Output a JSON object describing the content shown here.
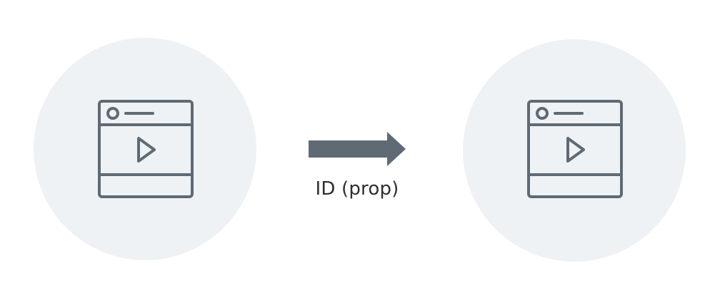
{
  "nodes": [
    {
      "id": "source",
      "icon": "video-player-window-icon"
    },
    {
      "id": "target",
      "icon": "video-player-window-icon"
    }
  ],
  "edge": {
    "label": "ID (prop)",
    "icon": "right-arrow-icon"
  },
  "colors": {
    "circle_fill": "#eef2f5",
    "icon_stroke": "#5f6a75",
    "arrow_fill": "#5f6a75",
    "label_text": "#2f2f2f"
  }
}
